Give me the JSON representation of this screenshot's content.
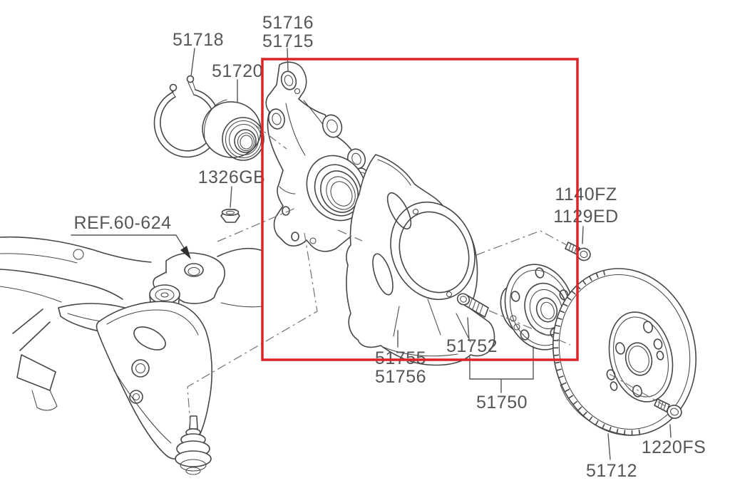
{
  "diagram": {
    "type": "exploded-parts-diagram",
    "subject": "front axle knuckle, wheel hub and brake disc assembly",
    "colors": {
      "background": "#ffffff",
      "line_art": "#474747",
      "label_text": "#55565a",
      "highlight_box": "#dc2427"
    },
    "highlight_box": {
      "shape": "rectangle",
      "color": "#dc2427",
      "encloses": "knuckle, dust shield and hub area"
    }
  },
  "labels": [
    {
      "part": "51716",
      "text": "51716"
    },
    {
      "part": "51715",
      "text": "51715"
    },
    {
      "part": "51718",
      "text": "51718"
    },
    {
      "part": "51720",
      "text": "51720"
    },
    {
      "part": "1326GB",
      "text": "1326GB"
    },
    {
      "part": "REF.60-624",
      "text": "REF.60-624"
    },
    {
      "part": "1140FZ",
      "text": "1140FZ"
    },
    {
      "part": "1129ED",
      "text": "1129ED"
    },
    {
      "part": "51755",
      "text": "51755"
    },
    {
      "part": "51756",
      "text": "51756"
    },
    {
      "part": "51752",
      "text": "51752"
    },
    {
      "part": "51750",
      "text": "51750"
    },
    {
      "part": "51712",
      "text": "51712"
    },
    {
      "part": "1220FS",
      "text": "1220FS"
    }
  ]
}
